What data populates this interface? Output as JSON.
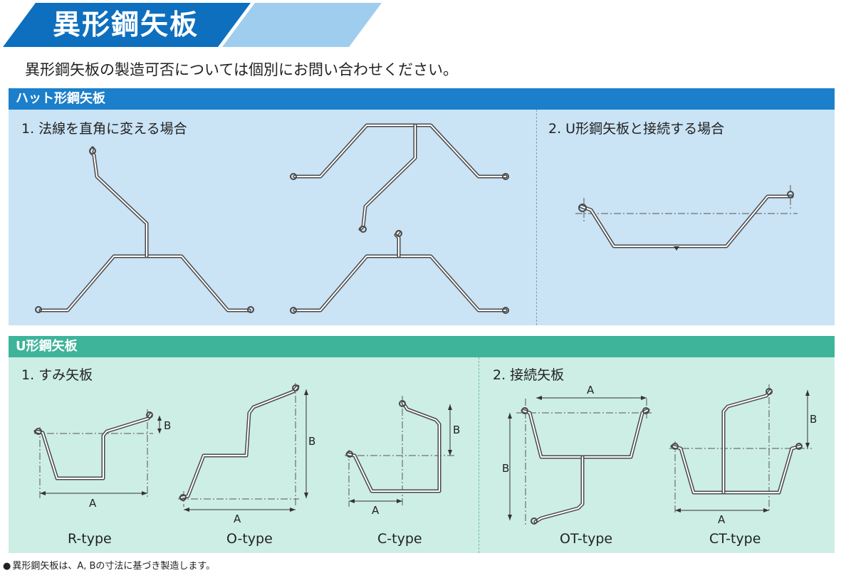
{
  "banner": {
    "title": "異形鋼矢板",
    "color_dark": "#0d6fbe",
    "color_light": "#9fcdee"
  },
  "intro": "異形鋼矢板の製造可否については個別にお問い合わせください。",
  "hat_section": {
    "title": "ハット形鋼矢板",
    "bar_color": "#1b7fcb",
    "panel_color": "#cae3f5",
    "sub1": "1. 法線を直角に変える場合",
    "sub2": "2. U形鋼矢板と接続する場合"
  },
  "u_section": {
    "title": "U形鋼矢板",
    "bar_color": "#3eb49a",
    "panel_color": "#cdeee4",
    "sub1": "1. すみ矢板",
    "sub2": "2. 接続矢板",
    "types": [
      "R-type",
      "O-type",
      "C-type",
      "OT-type",
      "CT-type"
    ]
  },
  "dims": {
    "a": "A",
    "b": "B"
  },
  "footnote": {
    "bullet": "●",
    "text": "異形鋼矢板は、A, Bの寸法に基づき製造します。"
  }
}
